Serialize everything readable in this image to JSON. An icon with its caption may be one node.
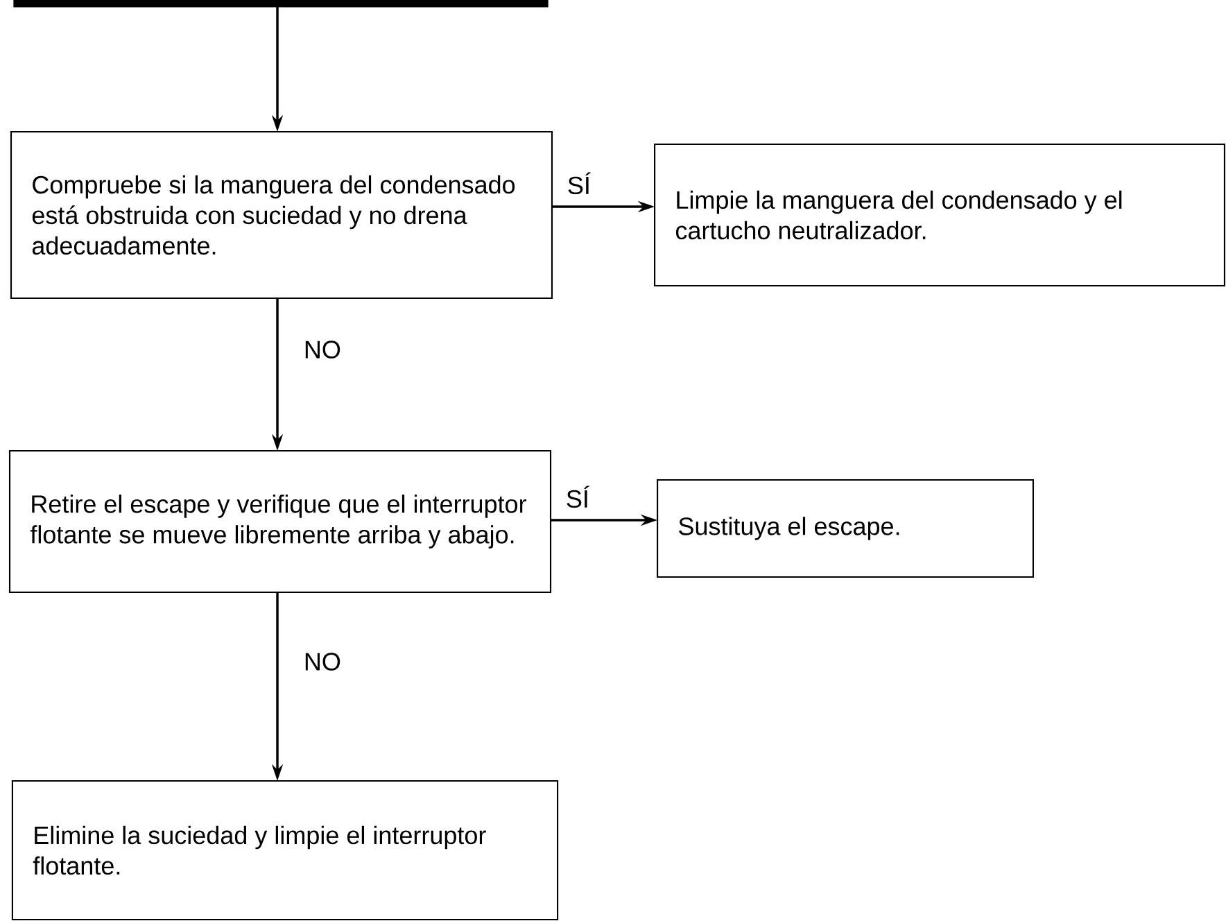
{
  "diagram": {
    "nodes": [
      {
        "text": [],
        "shape": "bar"
      },
      {
        "text": [
          "Compruebe si la manguera del condensado está obstruida con suciedad y no drena adecuadamente."
        ]
      },
      {
        "text": [
          "Limpie la manguera del condensado y el cartucho neutralizador."
        ]
      },
      {
        "text": [
          "Retire el escape y verifique que el interruptor flotante se mueve libremente arriba y abajo."
        ]
      },
      {
        "text": [
          "Sustituya el escape."
        ]
      },
      {
        "text": [
          "Elimine la suciedad y limpie el interruptor flotante."
        ]
      }
    ],
    "edges": [
      {
        "from": 0,
        "to": 1,
        "arrow": "to"
      },
      {
        "from": 1,
        "to": 2,
        "arrow": "to",
        "label": "SÍ"
      },
      {
        "from": 1,
        "to": 3,
        "arrow": "to",
        "label": "NO"
      },
      {
        "from": 3,
        "to": 4,
        "arrow": "to",
        "label": "SÍ"
      },
      {
        "from": 3,
        "to": 5,
        "arrow": "to",
        "label": "NO"
      }
    ]
  }
}
